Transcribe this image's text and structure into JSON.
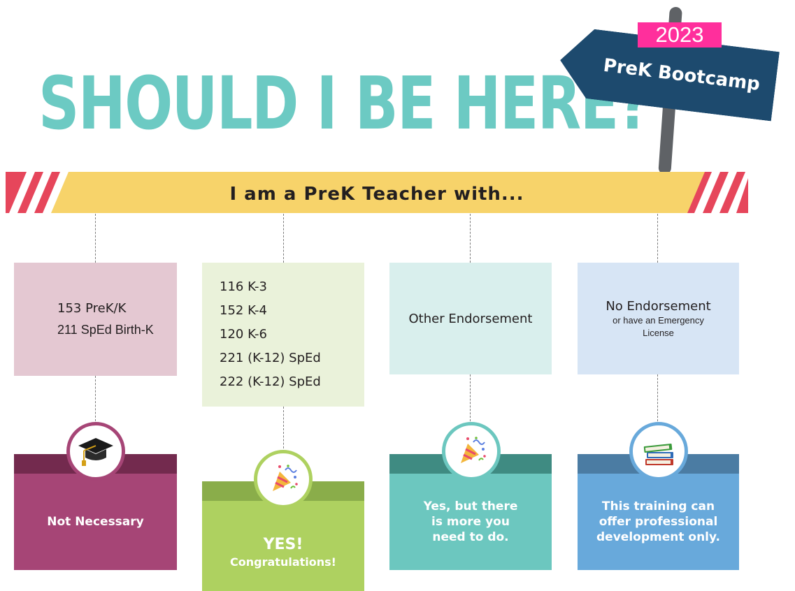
{
  "year_badge": "2023",
  "sign": {
    "text": "PreK Bootcamp"
  },
  "headline": "SHOULD I BE HERE?",
  "banner": {
    "title": "I am a PreK Teacher with..."
  },
  "cards": [
    {
      "lines": [
        "153 PreK/K",
        "211 SpEd Birth-K"
      ]
    },
    {
      "lines": [
        "116 K-3",
        "152 K-4",
        "120 K-6",
        "221 (K-12) SpEd",
        "222 (K-12) SpEd"
      ]
    },
    {
      "lines": [
        "Other Endorsement"
      ]
    },
    {
      "main": "No Endorsement",
      "sub1": "or have an Emergency",
      "sub2": "License"
    }
  ],
  "outcomes": [
    {
      "icon": "graduation-cap-icon",
      "lines": [
        "Not Necessary"
      ],
      "color_top": "#732a4e",
      "color_body": "#a64576",
      "ring": "#a64576"
    },
    {
      "icon": "party-popper-icon",
      "lines": [
        "YES!",
        "Congratulations!"
      ],
      "color_top": "#8aad4a",
      "color_body": "#aed160",
      "ring": "#aed160"
    },
    {
      "icon": "party-popper-icon",
      "lines": [
        "Yes, but there",
        "is more you",
        "need to do."
      ],
      "color_top": "#3f8b82",
      "color_body": "#6cc7bf",
      "ring": "#6cc7bf"
    },
    {
      "icon": "books-icon",
      "lines": [
        "This training can",
        "offer professional",
        "development only."
      ],
      "color_top": "#4b7ca3",
      "color_body": "#68a9db",
      "ring": "#68a9db"
    }
  ],
  "colors": {
    "headline": "#6ccac3",
    "banner_yellow": "#f7d36a",
    "banner_red": "#e6465b",
    "sign_navy": "#1d4a6e",
    "badge_pink": "#ff2f9c"
  }
}
